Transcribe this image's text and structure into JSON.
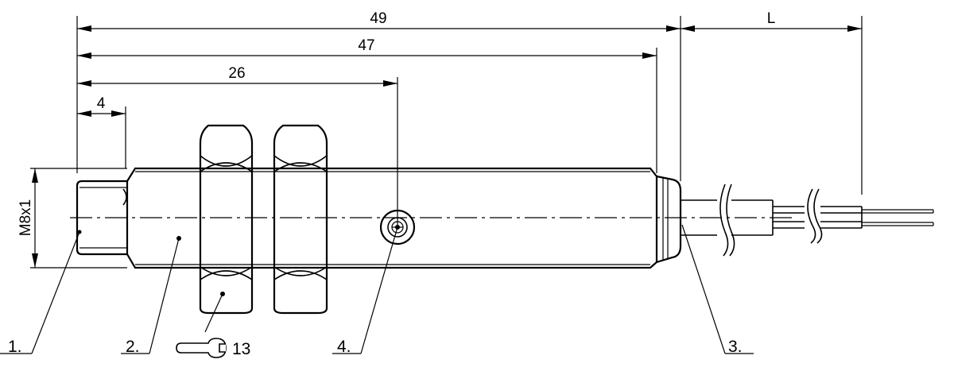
{
  "dimensions": {
    "d49": "49",
    "d47": "47",
    "d26": "26",
    "d4": "4",
    "dL": "L",
    "thread": "M8x1"
  },
  "callouts": {
    "c1": "1.",
    "c2": "2.",
    "c3": "3.",
    "c4": "4."
  },
  "wrench": {
    "size": "13",
    "icon": "wrench-icon"
  }
}
